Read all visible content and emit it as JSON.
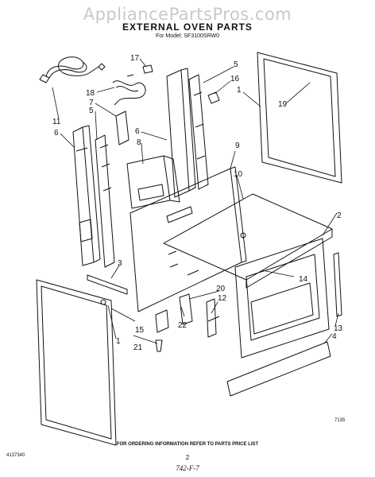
{
  "watermark": "AppliancePartsPros.com",
  "title": "EXTERNAL OVEN PARTS",
  "model": "For Model: SF3100SRW0",
  "callouts": [
    {
      "id": "c17",
      "label": "17"
    },
    {
      "id": "c5a",
      "label": "5"
    },
    {
      "id": "c16",
      "label": "16"
    },
    {
      "id": "c1a",
      "label": "1"
    },
    {
      "id": "c18",
      "label": "18"
    },
    {
      "id": "c7",
      "label": "7"
    },
    {
      "id": "c5b",
      "label": "5"
    },
    {
      "id": "c11",
      "label": "11"
    },
    {
      "id": "c6a",
      "label": "6"
    },
    {
      "id": "c19",
      "label": "19"
    },
    {
      "id": "c6b",
      "label": "6"
    },
    {
      "id": "c8",
      "label": "8"
    },
    {
      "id": "c9",
      "label": "9"
    },
    {
      "id": "c10",
      "label": "10"
    },
    {
      "id": "c2",
      "label": "2"
    },
    {
      "id": "c3",
      "label": "3"
    },
    {
      "id": "c14",
      "label": "14"
    },
    {
      "id": "c20",
      "label": "20"
    },
    {
      "id": "c12",
      "label": "12"
    },
    {
      "id": "c22",
      "label": "22"
    },
    {
      "id": "c15",
      "label": "15"
    },
    {
      "id": "c1b",
      "label": "1"
    },
    {
      "id": "c21",
      "label": "21"
    },
    {
      "id": "c13",
      "label": "13"
    },
    {
      "id": "c4",
      "label": "4"
    }
  ],
  "drawing_code": "7135",
  "footer": "FOR ORDERING INFORMATION REFER TO PARTS PRICE LIST",
  "doc_code": "4137340",
  "page_number": "2",
  "handwritten": "742-F-7"
}
